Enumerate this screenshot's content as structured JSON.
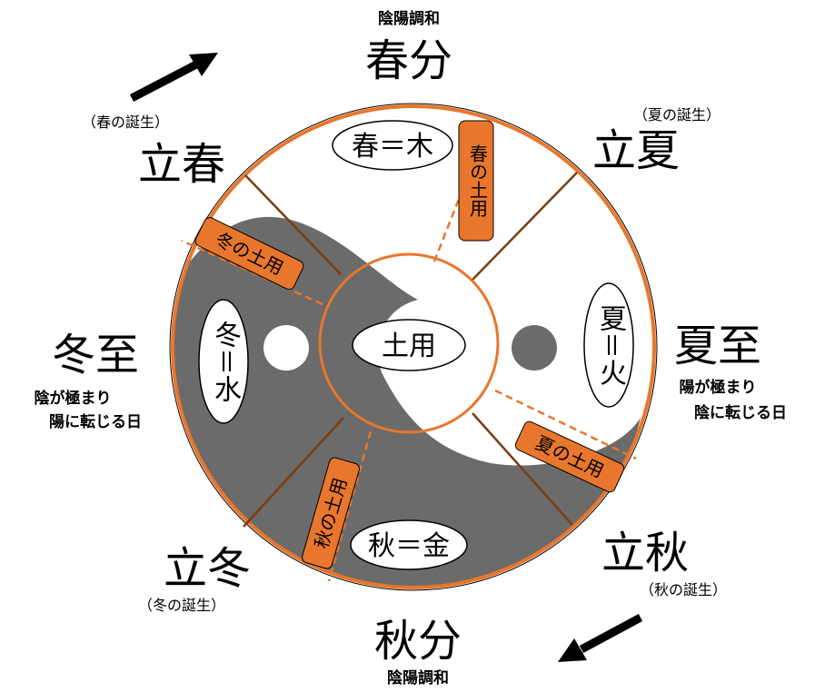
{
  "seasons": {
    "shunbun": {
      "label": "春分",
      "note": "陰陽調和"
    },
    "shuubun": {
      "label": "秋分",
      "note": "陰陽調和"
    },
    "risshun": {
      "label": "立春",
      "note": "（春の誕生）"
    },
    "rikka": {
      "label": "立夏",
      "note": "（夏の誕生）"
    },
    "risshuu": {
      "label": "立秋",
      "note": "（秋の誕生）"
    },
    "rittou": {
      "label": "立冬",
      "note": "（冬の誕生）"
    },
    "touji": {
      "label": "冬至",
      "note_line1": "陰が極まり",
      "note_line2": "陽に転じる日"
    },
    "geshi": {
      "label": "夏至",
      "note_line1": "陽が極まり",
      "note_line2": "陰に転じる日"
    }
  },
  "elements": {
    "spring": "春＝木",
    "summer": "夏＝火",
    "autumn": "秋＝金",
    "winter": "冬＝水",
    "center": "土用"
  },
  "doyou_tags": {
    "spring": "春の土用",
    "summer": "夏の土用",
    "autumn": "秋の土用",
    "winter": "冬の土用"
  },
  "colors": {
    "yin": "#6b6b6b",
    "yang": "#ffffff",
    "accent": "#e8762c",
    "divider": "#7a3d12",
    "outline": "#000000"
  }
}
